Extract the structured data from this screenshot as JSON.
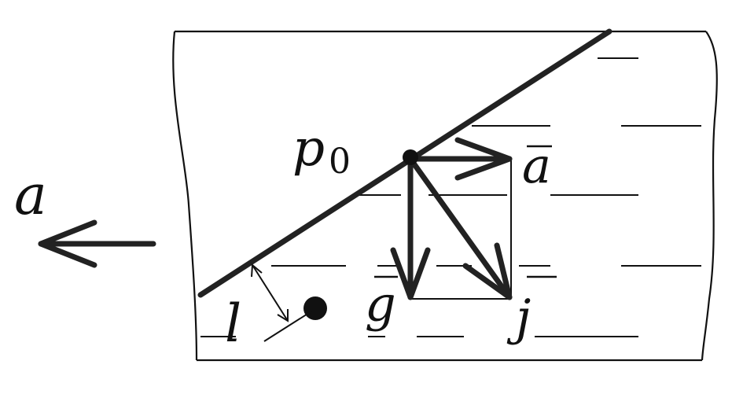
{
  "labels": {
    "external_acceleration": "a",
    "point_name": "p",
    "point_subscript": "0",
    "vector_a": "a",
    "vector_g": "g",
    "vector_j": "j",
    "distance": "l"
  },
  "colors": {
    "stroke": "#111111",
    "thick_stroke": "#222222",
    "background": "#ffffff"
  }
}
